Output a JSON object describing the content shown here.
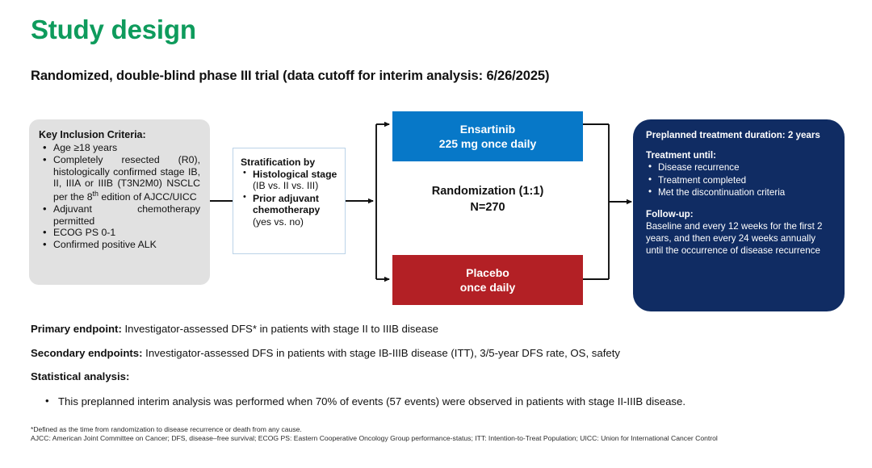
{
  "header": {
    "title": "Study design",
    "subtitle": "Randomized, double-blind phase III trial (data cutoff for interim analysis: 6/26/2025)"
  },
  "colors": {
    "title_green": "#0E9B5C",
    "ensartinib_blue": "#0778C8",
    "placebo_red": "#B32025",
    "navy": "#102C63",
    "inclusion_gray": "#E1E1E1",
    "stratification_border": "#BBD3E8"
  },
  "diagram": {
    "inclusion": {
      "title": "Key Inclusion Criteria:",
      "items": [
        "Age ≥18 years",
        "Completely resected (R0), histologically confirmed stage IB, II, IIIA or IIIB (T3N2M0) NSCLC per the 8th edition of AJCC/UICC",
        "Adjuvant chemotherapy permitted",
        "ECOG PS 0-1",
        "Confirmed positive ALK"
      ],
      "item2_pre": "Completely resected (R0), histologically confirmed stage IB, II, IIIA or IIIB (T3N2M0) NSCLC per the 8",
      "item2_sup": "th",
      "item2_post": " edition of AJCC/UICC"
    },
    "stratification": {
      "title": "Stratification by",
      "items": [
        {
          "bold": "Histological stage",
          "normal": " (IB vs. II vs. III)"
        },
        {
          "bold": "Prior adjuvant chemotherapy",
          "normal": " (yes vs. no)"
        }
      ]
    },
    "arms": {
      "ensartinib": {
        "line1": "Ensartinib",
        "line2": "225 mg once daily"
      },
      "placebo": {
        "line1": "Placebo",
        "line2": "once daily"
      }
    },
    "randomization": {
      "line1": "Randomization (1:1)",
      "line2": "N=270"
    },
    "treatment": {
      "duration_head": "Preplanned treatment duration: 2 years",
      "until_head": "Treatment  until:",
      "until_items": [
        "Disease recurrence",
        "Treatment completed",
        "Met the discontinuation criteria"
      ],
      "followup_head": "Follow-up:",
      "followup_text": "Baseline and every 12 weeks for the first 2 years, and then every 24 weeks annually until the occurrence of disease recurrence"
    }
  },
  "endpoints": {
    "primary_label": "Primary endpoint:",
    "primary_text": " Investigator-assessed DFS* in patients with stage II to IIIB disease",
    "secondary_label": "Secondary endpoints:",
    "secondary_text": " Investigator-assessed DFS in patients with stage IB-IIIB disease (ITT), 3/5-year DFS rate, OS, safety",
    "statistical_label": "Statistical analysis:",
    "statistical_bullet": "This preplanned interim analysis was performed when 70% of events (57 events) were observed in patients with stage II-IIIB disease."
  },
  "footnotes": {
    "line1": "*Defined as the time from randomization to disease recurrence or death from any cause.",
    "line2": "AJCC: American Joint Committee on Cancer; DFS, disease–free survival; ECOG PS: Eastern Cooperative Oncology Group performance-status; ITT: Intention-to-Treat Population; UICC: Union for International Cancer Control"
  }
}
